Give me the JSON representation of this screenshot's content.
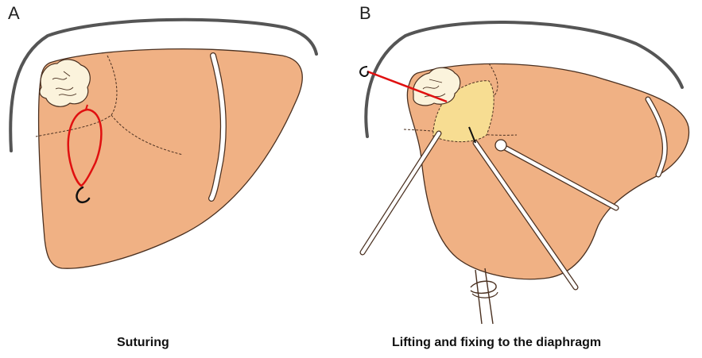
{
  "panels": [
    {
      "letter": "A",
      "caption": "Suturing"
    },
    {
      "letter": "B",
      "caption": "Lifting and fixing to the diaphragm"
    }
  ],
  "colors": {
    "liver": "#f0b184",
    "outline": "#4a3020",
    "diaphragm": "#555555",
    "suture": "#e01010",
    "lifted_area": "#f7dd92",
    "lesion": "#fbf3dc"
  }
}
